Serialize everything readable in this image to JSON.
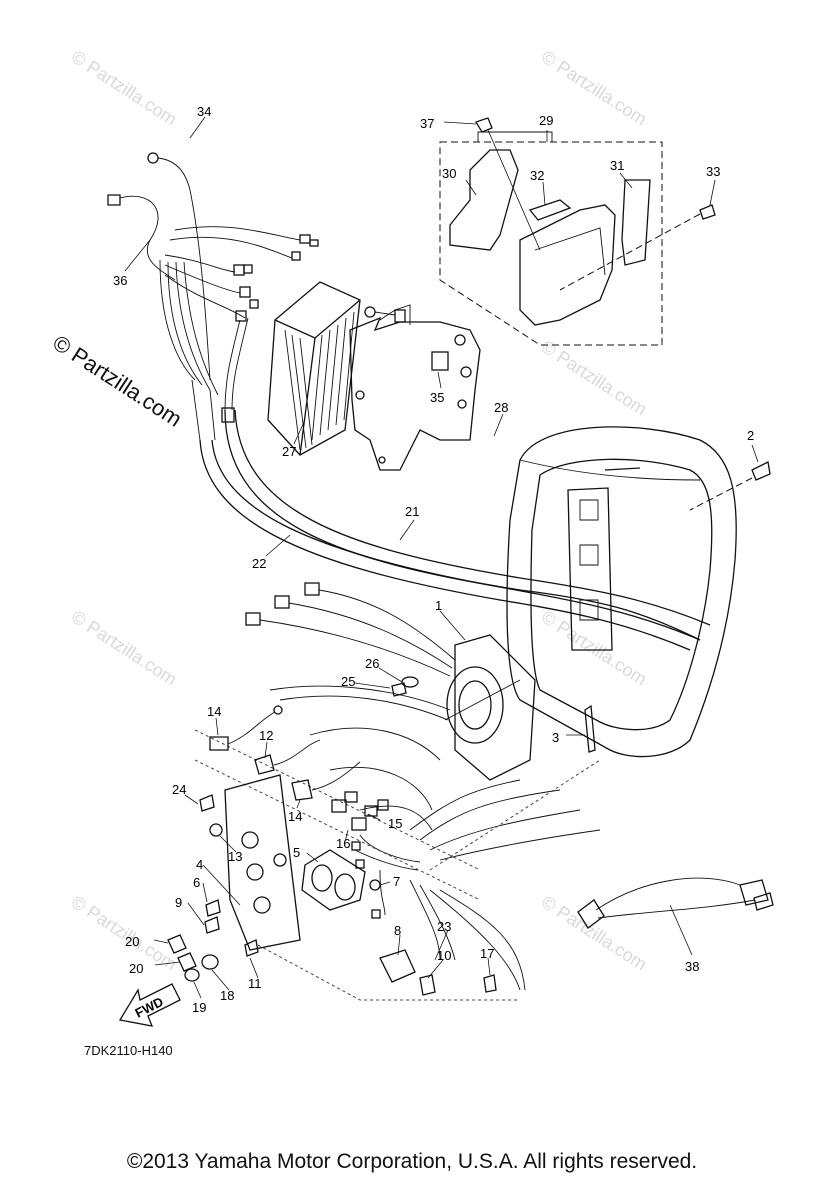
{
  "diagram": {
    "code": "7DK2110-H140",
    "copyright": "©2013  Yamaha Motor Corporation, U.S.A. All rights reserved.",
    "watermark": "© Partzilla.com",
    "fwd_label": "FWD"
  },
  "callouts": {
    "c1": "1",
    "c2": "2",
    "c3": "3",
    "c4": "4",
    "c5": "5",
    "c6": "6",
    "c7": "7",
    "c8": "8",
    "c9": "9",
    "c10": "10",
    "c11": "11",
    "c12": "12",
    "c13": "13",
    "c14a": "14",
    "c14b": "14",
    "c15": "15",
    "c16": "16",
    "c17": "17",
    "c18": "18",
    "c19": "19",
    "c20a": "20",
    "c20b": "20",
    "c21": "21",
    "c22": "22",
    "c23": "23",
    "c24": "24",
    "c25": "25",
    "c26": "26",
    "c27": "27",
    "c28": "28",
    "c29": "29",
    "c30": "30",
    "c31": "31",
    "c32": "32",
    "c33": "33",
    "c34": "34",
    "c35": "35",
    "c36": "36",
    "c37": "37",
    "c38": "38"
  }
}
